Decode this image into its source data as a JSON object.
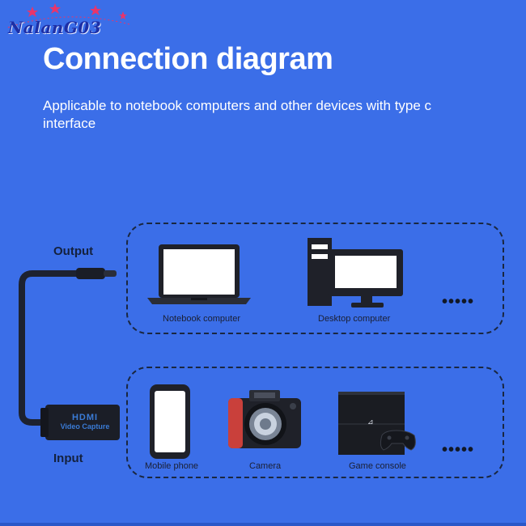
{
  "watermark": "NalanG03",
  "title": "Connection diagram",
  "subtitle": "Applicable to notebook computers and other devices with type c interface",
  "output_label": "Output",
  "input_label": "Input",
  "capture_device": {
    "brand": "HDMI",
    "line": "Video Capture"
  },
  "output_devices": [
    {
      "label": "Notebook computer",
      "icon": "laptop-icon"
    },
    {
      "label": "Desktop computer",
      "icon": "desktop-computer-icon"
    }
  ],
  "input_devices": [
    {
      "label": "Mobile phone",
      "icon": "mobile-phone-icon"
    },
    {
      "label": "Camera",
      "icon": "camera-icon"
    },
    {
      "label": "Game console",
      "icon": "game-console-icon"
    }
  ],
  "more_indicator": "•••••",
  "colors": {
    "background": "#3b6ee8",
    "dashed_border": "#1a2740",
    "device_dark": "#1c1e24",
    "screen_white": "#ffffff"
  }
}
